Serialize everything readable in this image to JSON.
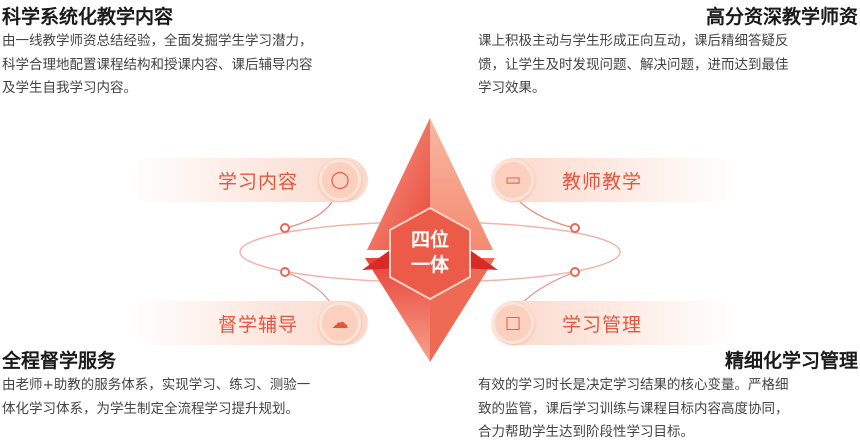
{
  "blocks": {
    "top_left": {
      "title": "科学系统化教学内容",
      "lines": [
        "由一线教学师资总结经验，全面发掘学生学习潜力，",
        "科学合理地配置课程结构和授课内容、课后辅导内容",
        "及学生自我学习内容。"
      ]
    },
    "top_right": {
      "title": "高分资深教学师资",
      "lines": [
        "课上积极主动与学生形成正向互动，课后精细答疑反",
        "馈，让学生及时发现问题、解决问题，进而达到最佳",
        "学习效果。"
      ]
    },
    "bottom_left": {
      "title": "全程督学服务",
      "lines": [
        "由老师+助教的服务体系，实现学习、练习、测验一",
        "体化学习体系，为学生制定全流程学习提升规划。"
      ]
    },
    "bottom_right": {
      "title": "精细化学习管理",
      "lines": [
        "有效的学习时长是决定学习结果的核心变量。严格细",
        "致的监管，课后学习训练与课程目标内容高度协同，",
        "合力帮助学生达到阶段性学习目标。"
      ]
    }
  },
  "pills": {
    "content": "学习内容",
    "teacher": "教师教学",
    "supervise": "督学辅导",
    "manage": "学习管理"
  },
  "center": {
    "line1": "四位",
    "line2": "一体"
  },
  "colors": {
    "accent": "#e2563f",
    "pill": "#fde6dd"
  }
}
